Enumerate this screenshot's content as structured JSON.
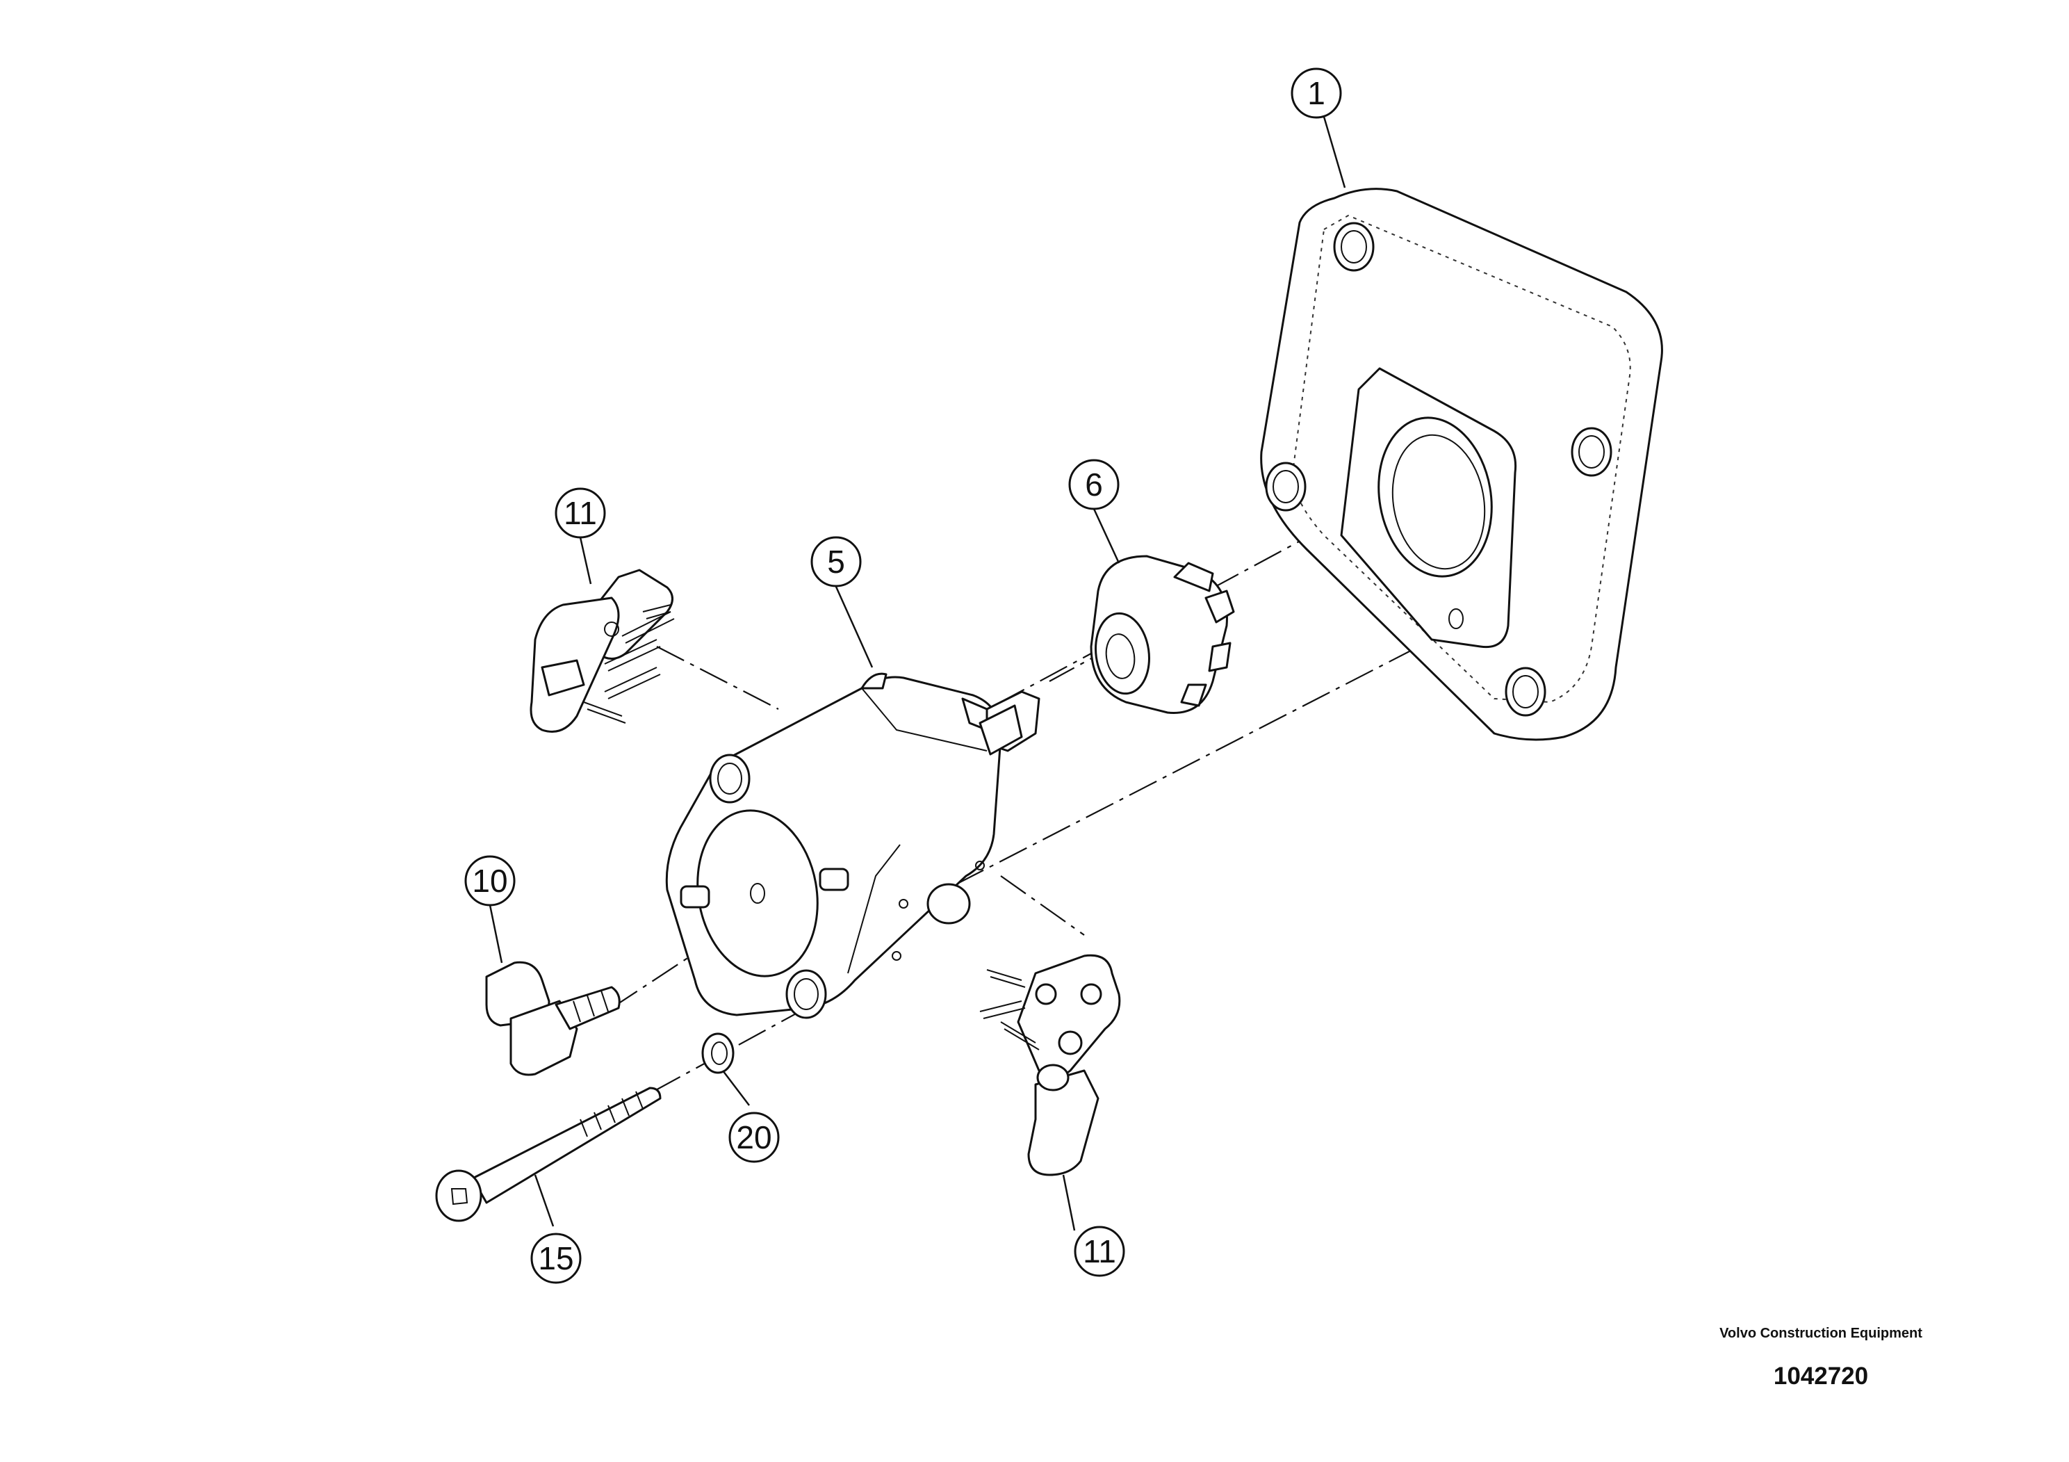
{
  "callouts": [
    {
      "id": "c1",
      "label": "1"
    },
    {
      "id": "c5",
      "label": "5"
    },
    {
      "id": "c6",
      "label": "6"
    },
    {
      "id": "c10",
      "label": "10"
    },
    {
      "id": "c11a",
      "label": "11"
    },
    {
      "id": "c11b",
      "label": "11"
    },
    {
      "id": "c15",
      "label": "15"
    },
    {
      "id": "c20",
      "label": "20"
    }
  ],
  "caption": {
    "maker": "Volvo Construction Equipment",
    "code": "1042720"
  }
}
